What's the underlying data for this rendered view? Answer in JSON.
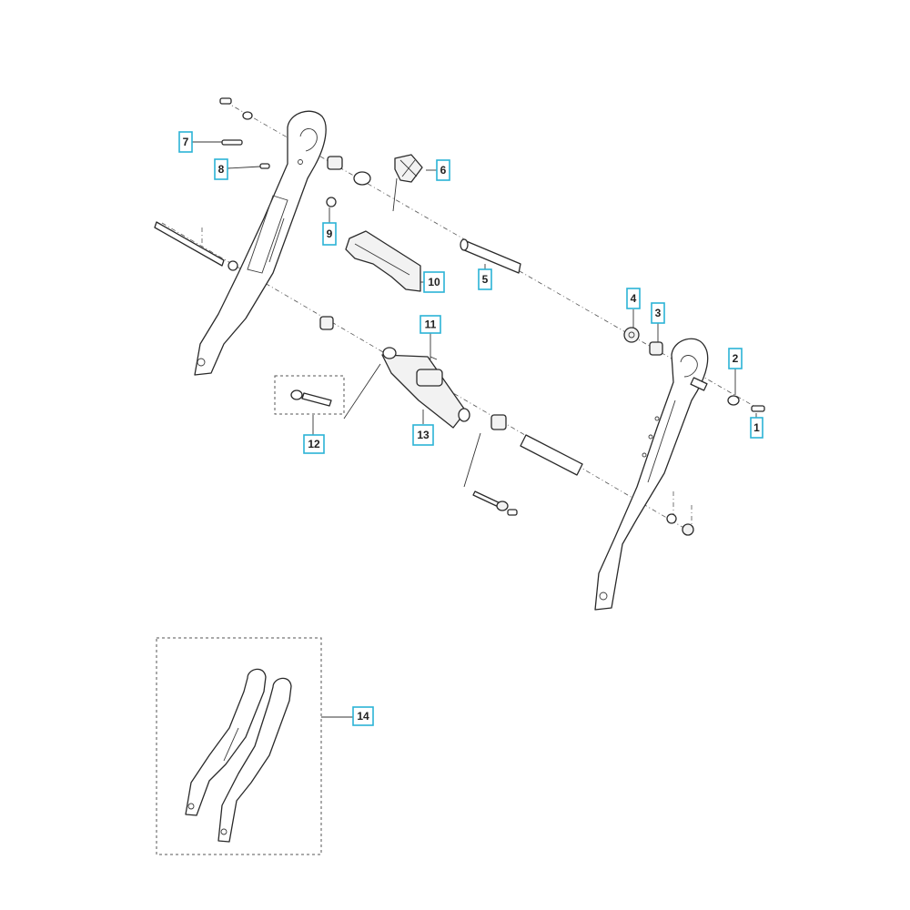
{
  "callouts": [
    {
      "id": "1",
      "label": "1"
    },
    {
      "id": "2",
      "label": "2"
    },
    {
      "id": "3",
      "label": "3"
    },
    {
      "id": "4",
      "label": "4"
    },
    {
      "id": "5",
      "label": "5"
    },
    {
      "id": "6",
      "label": "6"
    },
    {
      "id": "7",
      "label": "7"
    },
    {
      "id": "8",
      "label": "8"
    },
    {
      "id": "9",
      "label": "9"
    },
    {
      "id": "10",
      "label": "10"
    },
    {
      "id": "11",
      "label": "11"
    },
    {
      "id": "12",
      "label": "12"
    },
    {
      "id": "13",
      "label": "13"
    },
    {
      "id": "14",
      "label": "14"
    }
  ],
  "colors": {
    "callout_border": "#2bb3d6",
    "line": "#2a2a2a",
    "background": "#ffffff"
  }
}
